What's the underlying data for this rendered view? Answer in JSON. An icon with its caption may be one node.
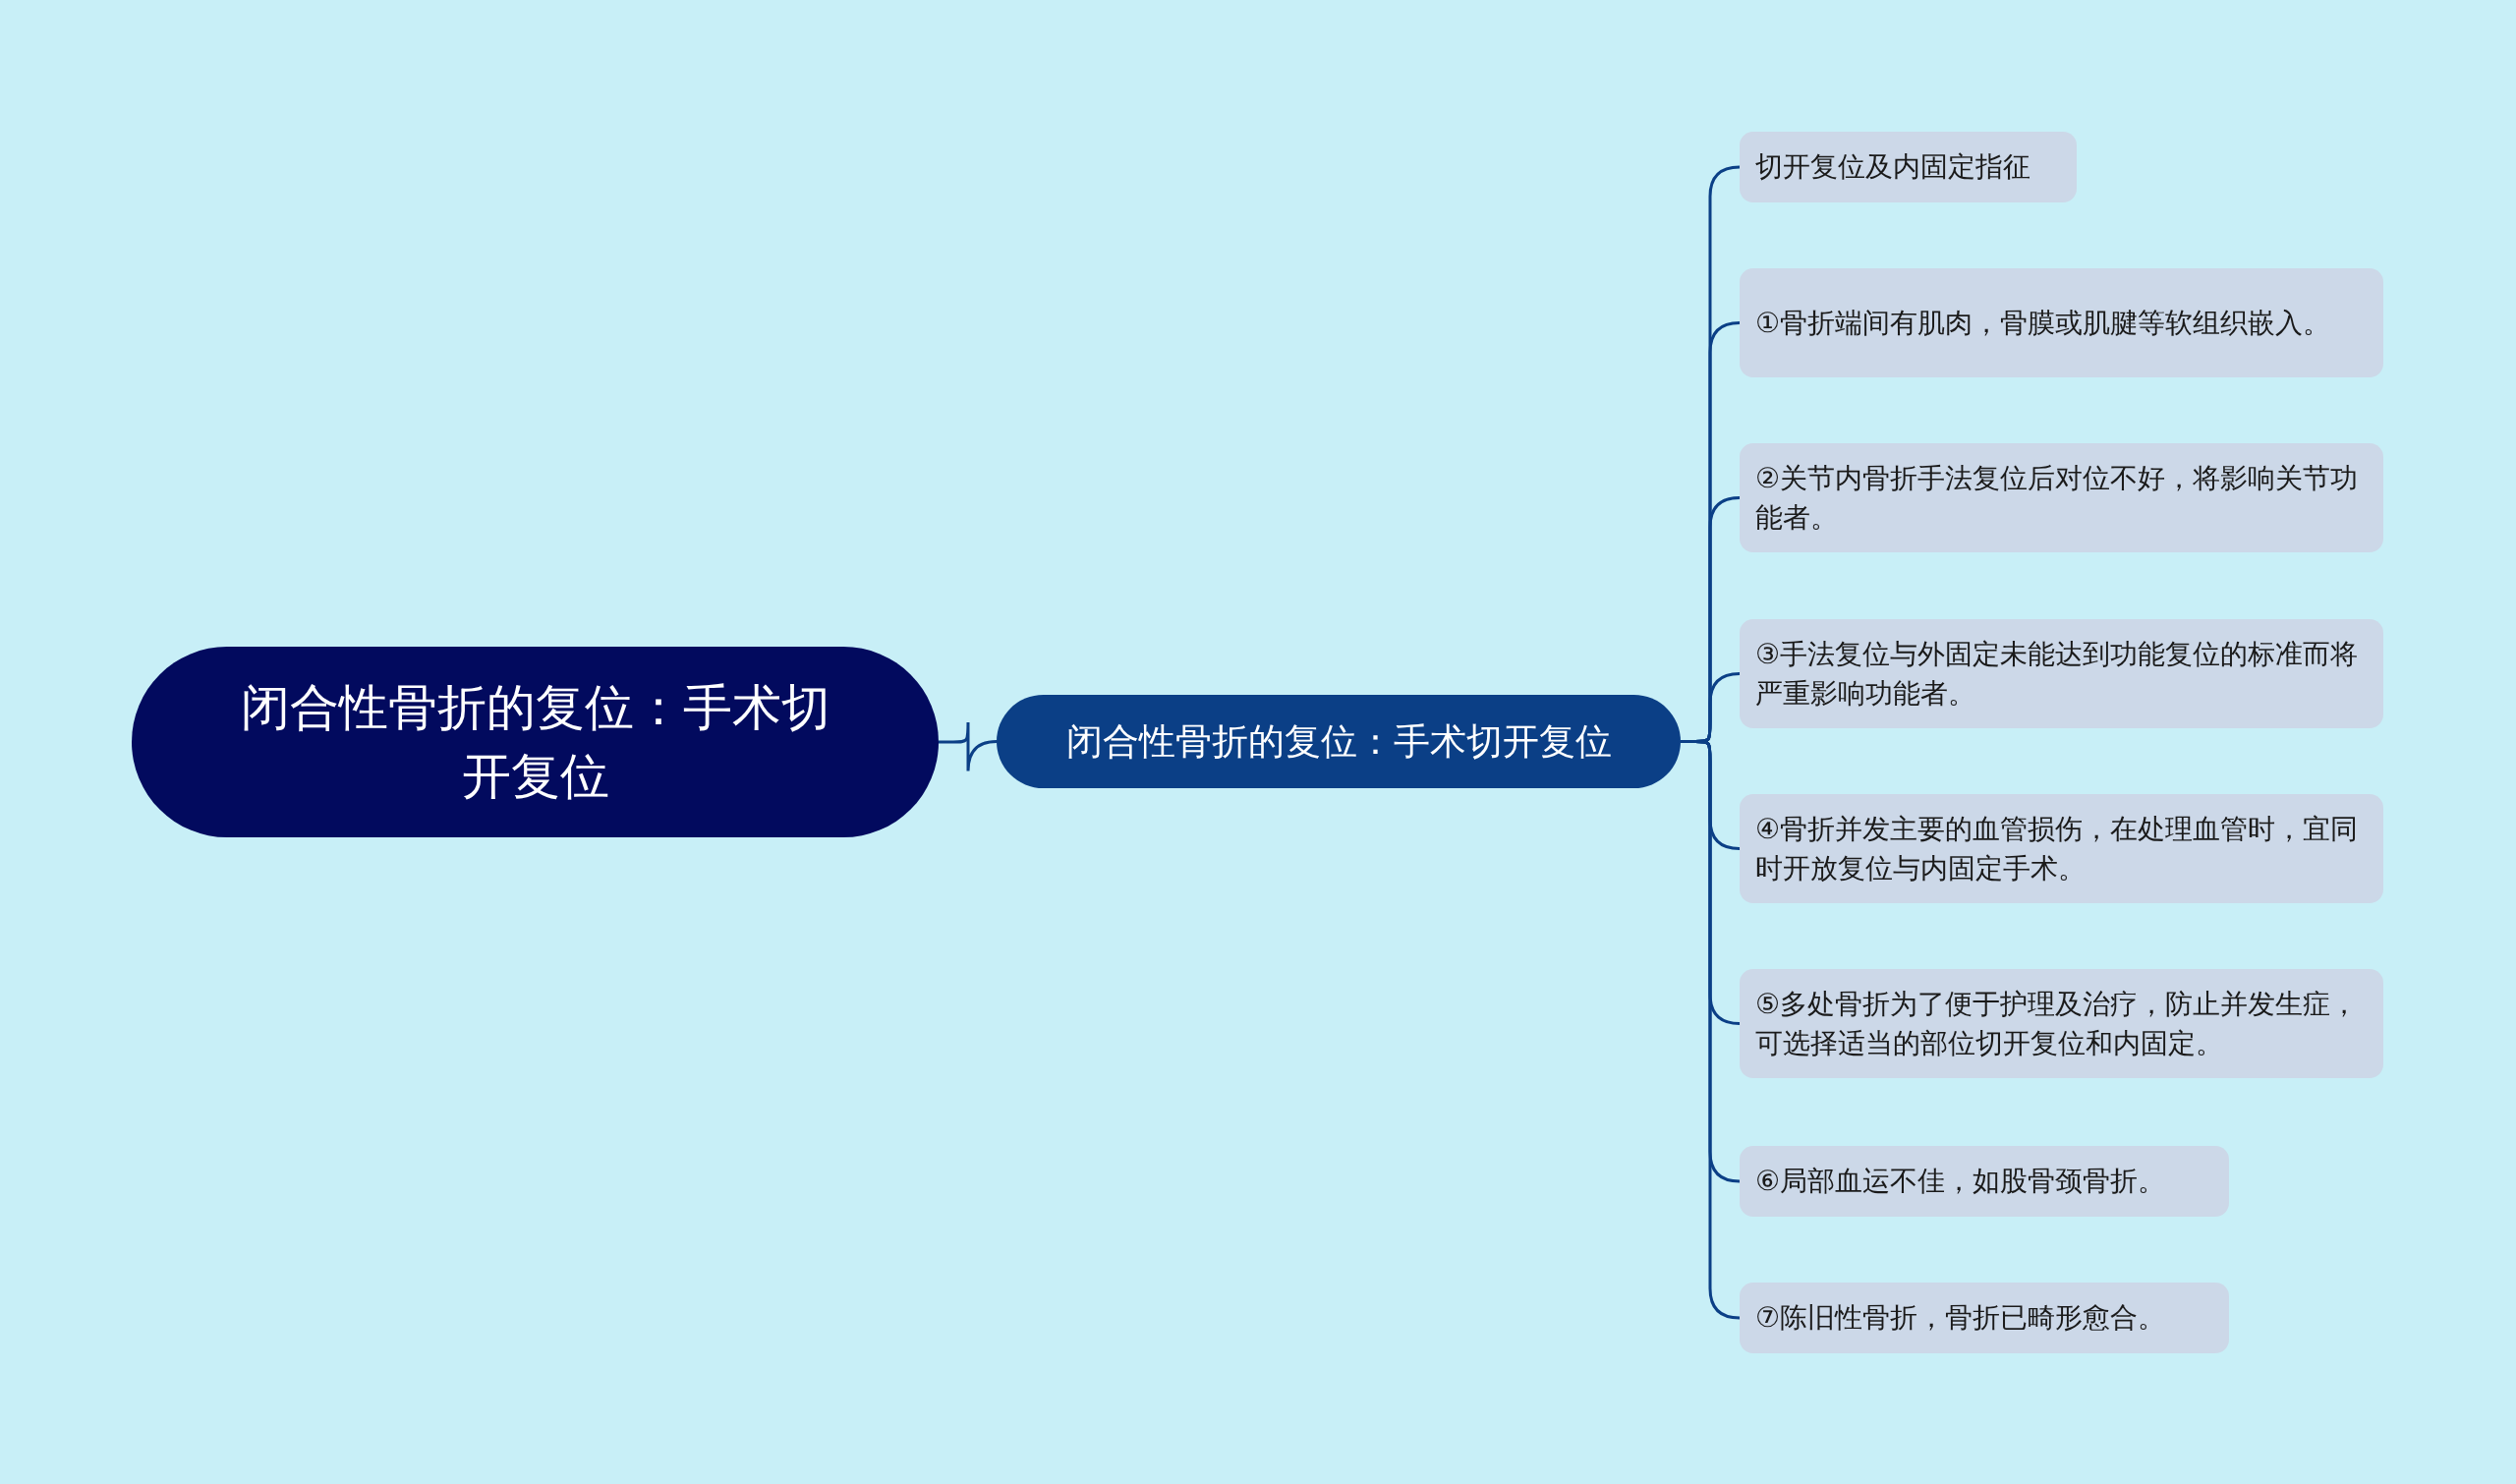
{
  "diagram": {
    "nodes": [
      {
        "text": [
          "闭合性骨折的复位：手术切开复位"
        ]
      },
      {
        "text": [
          "闭合性骨折的复位：手术切开复位"
        ]
      },
      {
        "text": [
          "切开复位及内固定指征"
        ]
      },
      {
        "text": [
          "①骨折端间有肌肉，骨膜或肌腱等软组织嵌入。"
        ]
      },
      {
        "text": [
          "②关节内骨折手法复位后对位不好，将影响关节功能者。"
        ]
      },
      {
        "text": [
          "③手法复位与外固定未能达到功能复位的标准而将严重影响功能者。"
        ]
      },
      {
        "text": [
          "④骨折并发主要的血管损伤，在处理血管时，宜同时开放复位与内固定手术。"
        ]
      },
      {
        "text": [
          "⑤多处骨折为了便于护理及治疗，防止并发生症，可选择适当的部位切开复位和内固定。"
        ]
      },
      {
        "text": [
          "⑥局部血运不佳，如股骨颈骨折。"
        ]
      },
      {
        "text": [
          "⑦陈旧性骨折，骨折已畸形愈合。"
        ]
      }
    ],
    "edges": [
      {
        "from": 0,
        "to": 1,
        "arrow": "none"
      },
      {
        "from": 1,
        "to": 2,
        "arrow": "none"
      },
      {
        "from": 1,
        "to": 3,
        "arrow": "none"
      },
      {
        "from": 1,
        "to": 4,
        "arrow": "none"
      },
      {
        "from": 1,
        "to": 5,
        "arrow": "none"
      },
      {
        "from": 1,
        "to": 6,
        "arrow": "none"
      },
      {
        "from": 1,
        "to": 7,
        "arrow": "none"
      },
      {
        "from": 1,
        "to": 8,
        "arrow": "none"
      },
      {
        "from": 1,
        "to": 9,
        "arrow": "none"
      }
    ]
  }
}
